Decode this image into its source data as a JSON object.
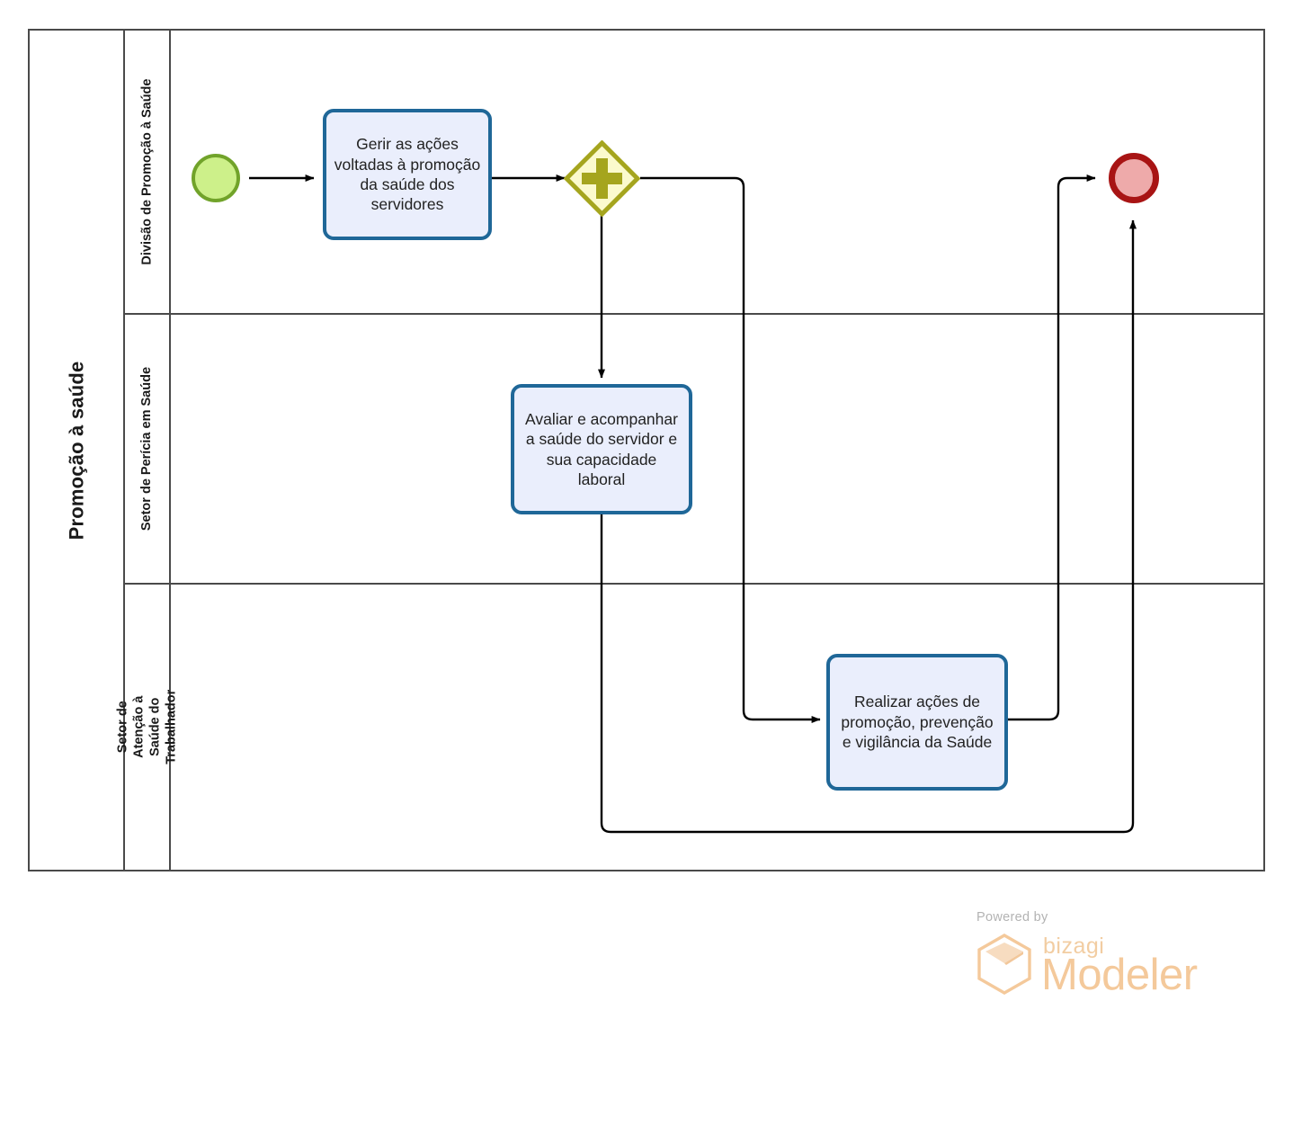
{
  "diagram": {
    "type": "bpmn-process-diagram",
    "pool": {
      "name": "Promoção à saúde"
    },
    "lanes": [
      {
        "id": "lane-divisao",
        "name": "Divisão de Promoção à Saúde"
      },
      {
        "id": "lane-pericia",
        "name": "Setor de Perícia em Saúde"
      },
      {
        "id": "lane-atencao",
        "name": "Setor de Atenção à Saúde do Trabalhador"
      }
    ],
    "nodes": [
      {
        "id": "start-event",
        "kind": "start-event",
        "lane": "lane-divisao",
        "label": "",
        "fill": "#cdf08a",
        "stroke": "#71a32a"
      },
      {
        "id": "task-gerir",
        "kind": "task",
        "lane": "lane-divisao",
        "label": "Gerir as ações voltadas à promoção da saúde dos servidores",
        "fill": "#eaeefc",
        "stroke": "#1f6798"
      },
      {
        "id": "gateway-parallel",
        "kind": "parallel-gateway",
        "lane": "lane-divisao",
        "label": "",
        "fill": "#fbfacd",
        "stroke": "#a5a51e"
      },
      {
        "id": "task-avaliar",
        "kind": "task",
        "lane": "lane-pericia",
        "label": "Avaliar e acompanhar a saúde do servidor e sua capacidade laboral",
        "fill": "#eaeefc",
        "stroke": "#1f6798"
      },
      {
        "id": "task-realizar",
        "kind": "task",
        "lane": "lane-atencao",
        "label": "Realizar ações de promoção, prevenção e vigilância da Saúde",
        "fill": "#eaeefc",
        "stroke": "#1f6798"
      },
      {
        "id": "end-event",
        "kind": "end-event",
        "lane": "lane-divisao",
        "label": "",
        "fill": "#eeaaaa",
        "stroke": "#a81414"
      }
    ],
    "flows": [
      {
        "id": "flow-start-gerir",
        "from": "start-event",
        "to": "task-gerir",
        "label": ""
      },
      {
        "id": "flow-gerir-gateway",
        "from": "task-gerir",
        "to": "gateway-parallel",
        "label": ""
      },
      {
        "id": "flow-gateway-avaliar",
        "from": "gateway-parallel",
        "to": "task-avaliar",
        "label": ""
      },
      {
        "id": "flow-gateway-realizar",
        "from": "gateway-parallel",
        "to": "task-realizar",
        "label": ""
      },
      {
        "id": "flow-realizar-end",
        "from": "task-realizar",
        "to": "end-event",
        "label": ""
      },
      {
        "id": "flow-avaliar-end",
        "from": "task-avaliar",
        "to": "end-event",
        "label": ""
      }
    ]
  },
  "branding": {
    "powered_by": "Powered by",
    "product_prefix": "bizagi",
    "product_name": "Modeler",
    "accent_color": "#f4c99b"
  }
}
